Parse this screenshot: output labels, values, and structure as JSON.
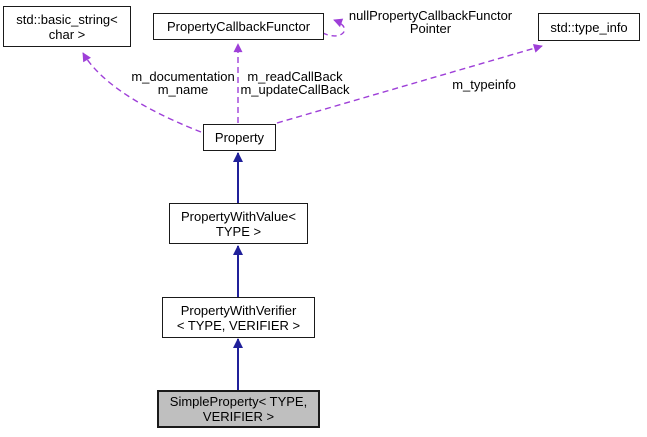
{
  "diagram": {
    "nodes": {
      "basic_string": {
        "line1": "std::basic_string<",
        "line2": "char >"
      },
      "property_callback_functor": {
        "label": "PropertyCallbackFunctor"
      },
      "type_info": {
        "label": "std::type_info"
      },
      "property": {
        "label": "Property"
      },
      "property_with_value": {
        "line1": "PropertyWithValue<",
        "line2": "TYPE >"
      },
      "property_with_verifier": {
        "line1": "PropertyWithVerifier",
        "line2": "< TYPE, VERIFIER >"
      },
      "simple_property": {
        "line1": "SimpleProperty< TYPE,",
        "line2": "VERIFIER >"
      }
    },
    "edge_labels": {
      "string_members": {
        "line1": "m_documentation",
        "line2": "m_name"
      },
      "callback_members": {
        "line1": "m_readCallBack",
        "line2": "m_updateCallBack"
      },
      "null_functor": {
        "line1": "nullPropertyCallbackFunctor",
        "line2": "Pointer"
      },
      "typeinfo_member": {
        "label": "m_typeinfo"
      }
    },
    "colors": {
      "inheritance_arrow": "#20209a",
      "association_arrow": "#9e3fd8",
      "node_fill": "#ffffff",
      "current_node_fill": "#bfbfbf",
      "node_border": "#1a1a1a",
      "text": "#000000",
      "background": "#ffffff"
    }
  }
}
